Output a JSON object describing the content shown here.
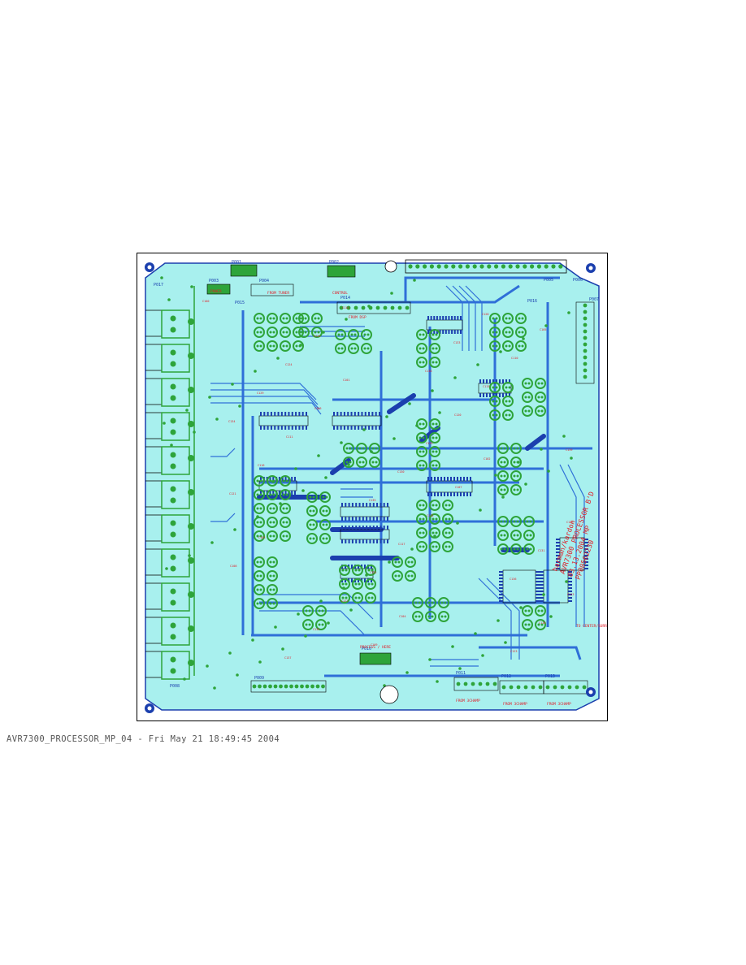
{
  "footer": {
    "caption": "AVR7300_PROCESSOR_MP_04 - Fri May 21 18:49:45 2004"
  },
  "board": {
    "title_lines": [
      "harman/kardon",
      "AVR7300 PROCESSOR B'D",
      "03.13.2004 MP",
      "PP00562230"
    ],
    "connector_labels": [
      "P001",
      "P002",
      "P003",
      "P004",
      "P005",
      "P006",
      "P007",
      "P008",
      "P009",
      "P010",
      "P011",
      "P012",
      "P013",
      "P014",
      "P015",
      "P016",
      "P017"
    ],
    "red_notes": [
      "FROM 3CHAMP",
      "FROM 3CHAMP",
      "FROM 3CHAMP",
      "TO CENTER/SURR",
      "FROM DSP",
      "POWER",
      "CONTROL",
      "FROM TUNER"
    ],
    "connector_block_label": "PROCESS / HERE",
    "colors": {
      "board": "#a8f0ee",
      "copper_blue": "#2f6fd8",
      "copper_dark": "#1b3fae",
      "pad_green": "#2ea43a",
      "text_red": "#e0202a",
      "outline": "#000000"
    }
  }
}
